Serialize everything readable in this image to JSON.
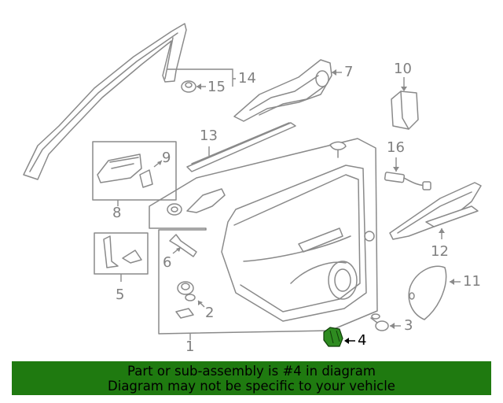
{
  "callouts": {
    "c1": "1",
    "c2": "2",
    "c3": "3",
    "c4": "4",
    "c5": "5",
    "c6": "6",
    "c7": "7",
    "c8": "8",
    "c9": "9",
    "c10": "10",
    "c11": "11",
    "c12": "12",
    "c13": "13",
    "c14": "14",
    "c15": "15",
    "c16": "16"
  },
  "highlight_part": "4",
  "colors": {
    "banner": "#1f7a10",
    "highlight_part": "#2e8b20",
    "line_art": "#8a8a8a"
  },
  "banner": {
    "line1": "Part or sub-assembly is #4 in diagram",
    "line2": "Diagram may not be specific to your vehicle"
  }
}
